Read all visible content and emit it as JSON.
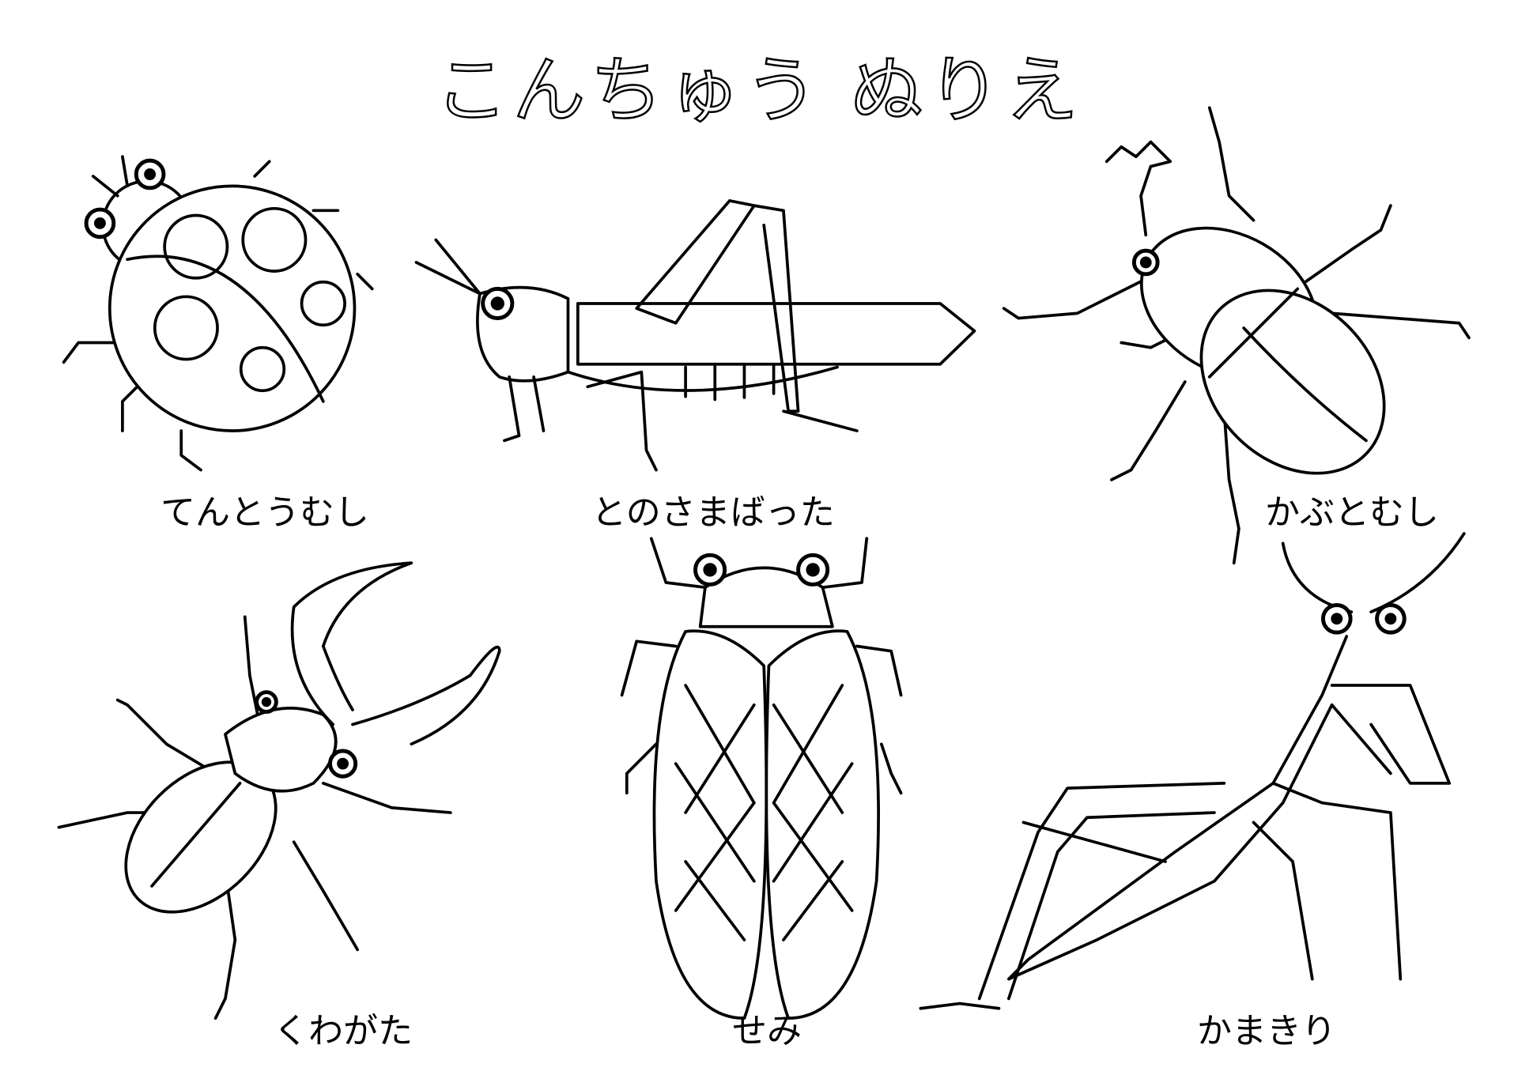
{
  "title": "こんちゅう ぬりえ",
  "insects": [
    {
      "name": "てんとうむし"
    },
    {
      "name": "とのさまばった"
    },
    {
      "name": "かぶとむし"
    },
    {
      "name": "くわがた"
    },
    {
      "name": "せみ"
    },
    {
      "name": "かまきり"
    }
  ]
}
